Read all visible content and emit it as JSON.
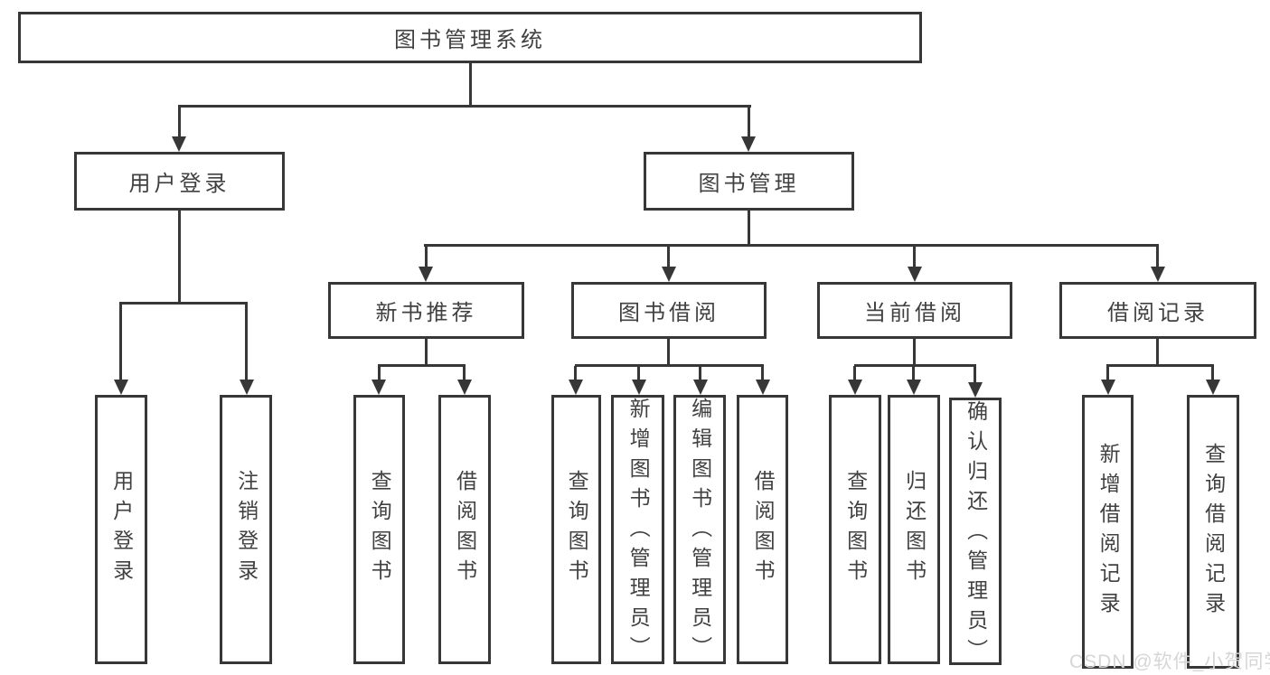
{
  "title": "图书管理系统",
  "watermark": "CSDN @软件_小贺同学",
  "colors": {
    "line": "#373737",
    "box_border": "#373737",
    "text": "#414141",
    "watermark": "#d6d6d6",
    "background": "#ffffff"
  },
  "tree": {
    "root": {
      "label": "图书管理系统"
    },
    "branches": [
      {
        "label": "用户登录",
        "children": [
          {
            "label": "用户登录"
          },
          {
            "label": "注销登录"
          }
        ]
      },
      {
        "label": "图书管理",
        "children": [
          {
            "label": "新书推荐",
            "children": [
              {
                "label": "查询图书"
              },
              {
                "label": "借阅图书"
              }
            ]
          },
          {
            "label": "图书借阅",
            "children": [
              {
                "label": "查询图书"
              },
              {
                "label": "新增图书（管理员）"
              },
              {
                "label": "编辑图书（管理员）"
              },
              {
                "label": "借阅图书"
              }
            ]
          },
          {
            "label": "当前借阅",
            "children": [
              {
                "label": "查询图书"
              },
              {
                "label": "归还图书"
              },
              {
                "label": "确认归还（管理员）"
              }
            ]
          },
          {
            "label": "借阅记录",
            "children": [
              {
                "label": "新增借阅记录"
              },
              {
                "label": "查询借阅记录"
              }
            ]
          }
        ]
      }
    ]
  }
}
